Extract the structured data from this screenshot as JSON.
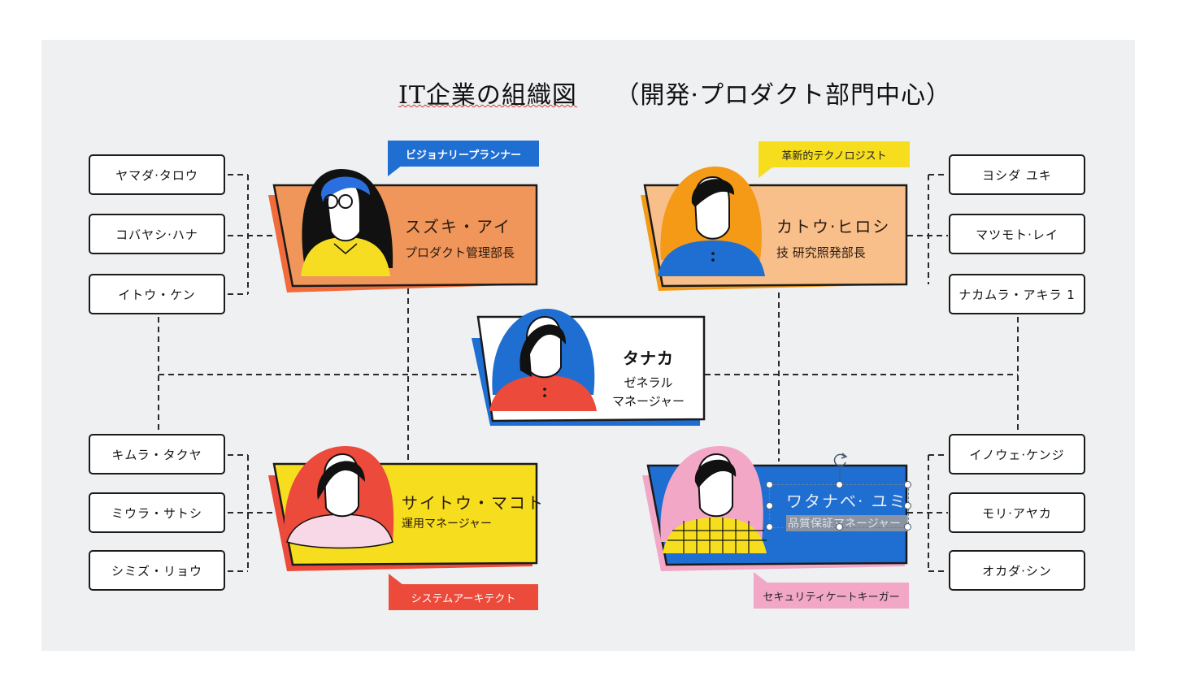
{
  "title": {
    "main": "IT企業の組織図",
    "sub": "（開発·プロダクト部門中心）"
  },
  "center": {
    "name": "タナカ",
    "role_line1": "ゼネラル",
    "role_line2": "マネージャー"
  },
  "managers": {
    "top_left": {
      "name": "スズキ・アイ",
      "role": "プロダクト管理部長",
      "tag": "ビジョナリープランナー"
    },
    "top_right": {
      "name": "カトウ·ヒロシ",
      "role": "技  研究照発部長",
      "tag": "革新的テクノロジスト"
    },
    "bottom_left": {
      "name": "サイトウ・マコト",
      "role": "運用マネージャー",
      "tag": "システムアーキテクト"
    },
    "bottom_right": {
      "name": "ワタナベ· ユミ",
      "role": "品質保証マネージャー",
      "tag": "セキュリティケートキーガー"
    }
  },
  "members": {
    "top_left": [
      "ヤマダ·タロウ",
      "コバヤシ·ハナ",
      "イトウ・ケン"
    ],
    "top_right": [
      "ヨシダ ユキ",
      "マツモト·レイ",
      "ナカムラ・アキラ 1"
    ],
    "bottom_left": [
      "キムラ・タクヤ",
      "ミウラ・サトシ",
      "シミズ・リョウ"
    ],
    "bottom_right": [
      "イノウェ·ケンジ",
      "モリ·アヤカ",
      "オカダ·シン"
    ]
  },
  "colors": {
    "background": "#eef0f1",
    "orange": "#f0965a",
    "peach": "#f8bf8a",
    "yellow": "#f6dd1e",
    "blue": "#1f6ed1",
    "red": "#ec4a3a",
    "pink": "#f2a7c6"
  }
}
